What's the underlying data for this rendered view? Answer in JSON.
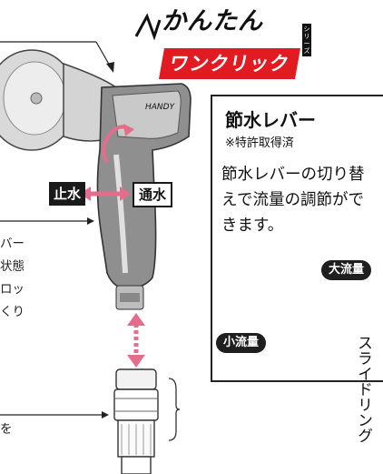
{
  "logo": {
    "title": "かんたん",
    "series": "シリーズ",
    "banner": "ワンクリック"
  },
  "product_brand": "HANDY",
  "info": {
    "title": "節水レバー",
    "note": "※特許取得済",
    "body": "節水レバーの切り替えで流量の調節ができます。",
    "badge_large": "大流量",
    "badge_small": "小流量"
  },
  "labels": {
    "stop": "止水",
    "flow": "通水",
    "slide_ring": "スライドリング"
  },
  "left_fragments": [
    "バー",
    "状態",
    "ロッ",
    "くり",
    "を"
  ],
  "colors": {
    "accent_red": "#e01b22",
    "arrow_pink": "#e56d8c",
    "ink": "#1a1a1a"
  }
}
